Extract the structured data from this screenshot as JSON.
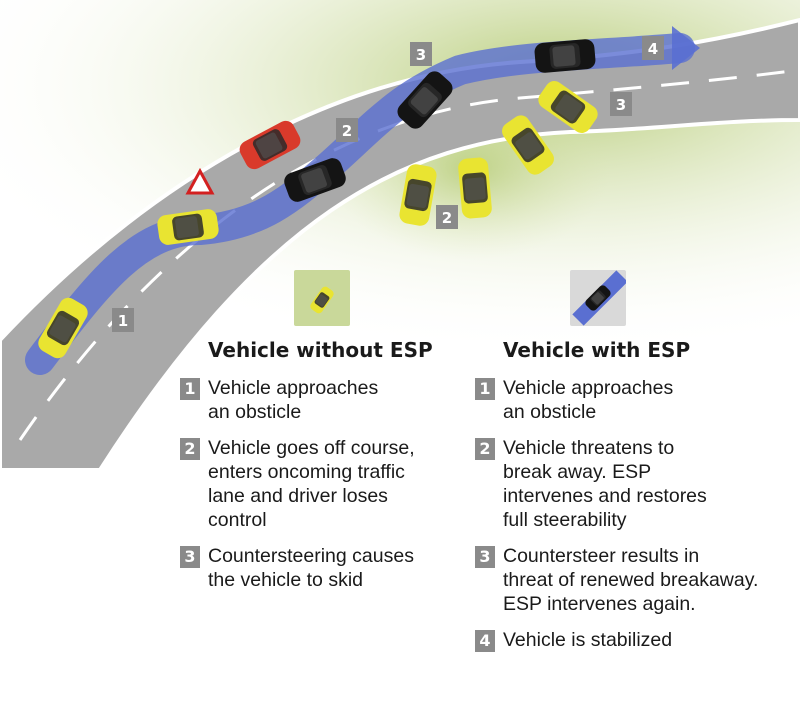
{
  "colors": {
    "road": "#a9a9a9",
    "road_edge": "#ffffff",
    "path_arrow": "#5a6fd1",
    "car_yellow": "#e9e431",
    "car_black": "#141414",
    "car_red": "#d93a2b",
    "grass": "#c9d89a",
    "badge": "#8a8a8a"
  },
  "map_labels": {
    "one": "1",
    "two_left": "2",
    "two_right": "2",
    "three_top": "3",
    "three_right": "3",
    "four": "4"
  },
  "without_esp": {
    "title": "Vehicle without ESP",
    "steps": [
      {
        "num": "1",
        "text": "Vehicle approaches\nan obsticle"
      },
      {
        "num": "2",
        "text": "Vehicle goes off course,\nenters oncoming traffic\nlane and driver loses\ncontrol"
      },
      {
        "num": "3",
        "text": "Countersteering causes\nthe vehicle to skid"
      }
    ]
  },
  "with_esp": {
    "title": "Vehicle with ESP",
    "steps": [
      {
        "num": "1",
        "text": "Vehicle approaches\nan obsticle"
      },
      {
        "num": "2",
        "text": "Vehicle threatens to\nbreak away. ESP\nintervenes and restores\nfull steerability"
      },
      {
        "num": "3",
        "text": "Countersteer results in\nthreat of renewed breakaway.\nESP intervenes again."
      },
      {
        "num": "4",
        "text": "Vehicle is stabilized"
      }
    ]
  }
}
